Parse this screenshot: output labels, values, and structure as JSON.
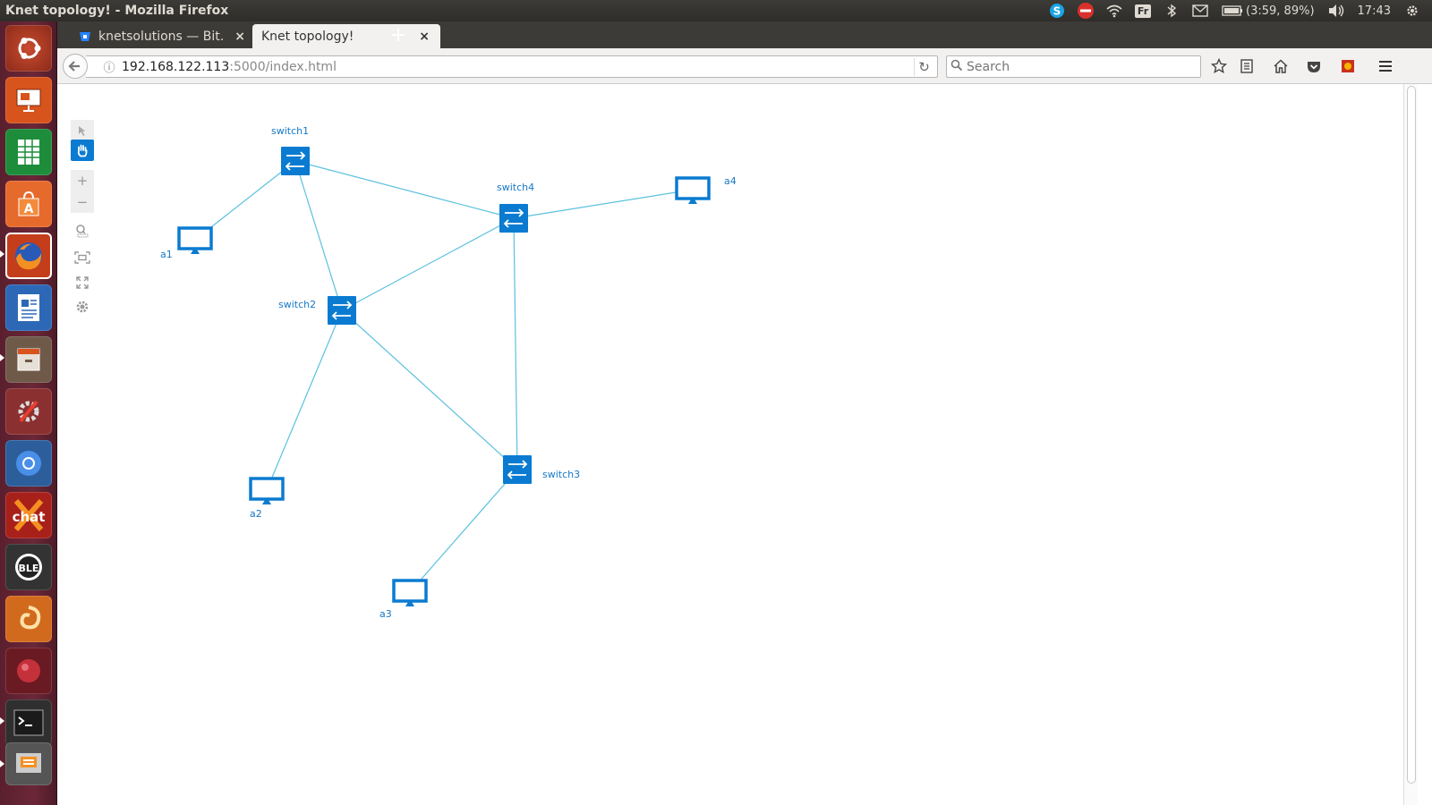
{
  "window": {
    "title": "Knet topology! - Mozilla Firefox"
  },
  "tray": {
    "keyboard": "Fr",
    "battery": "(3:59, 89%)",
    "clock": "17:43"
  },
  "tabs": [
    {
      "label": "knetsolutions — Bit…",
      "active": false
    },
    {
      "label": "Knet topology!",
      "active": true
    }
  ],
  "url": {
    "host": "192.168.122.113",
    "path": ":5000/index.html"
  },
  "search": {
    "placeholder": "Search"
  },
  "colors": {
    "accent": "#0a7bd1",
    "link": "#5bc0de",
    "label": "#1578c7"
  },
  "topology": {
    "nodes": [
      {
        "id": "switch1",
        "label": "switch1",
        "type": "switch"
      },
      {
        "id": "switch2",
        "label": "switch2",
        "type": "switch"
      },
      {
        "id": "switch3",
        "label": "switch3",
        "type": "switch"
      },
      {
        "id": "switch4",
        "label": "switch4",
        "type": "switch"
      },
      {
        "id": "a1",
        "label": "a1",
        "type": "host"
      },
      {
        "id": "a2",
        "label": "a2",
        "type": "host"
      },
      {
        "id": "a3",
        "label": "a3",
        "type": "host"
      },
      {
        "id": "a4",
        "label": "a4",
        "type": "host"
      }
    ],
    "links": [
      [
        "switch1",
        "a1"
      ],
      [
        "switch1",
        "switch4"
      ],
      [
        "switch1",
        "switch2"
      ],
      [
        "switch4",
        "a4"
      ],
      [
        "switch4",
        "switch2"
      ],
      [
        "switch4",
        "switch3"
      ],
      [
        "switch2",
        "a2"
      ],
      [
        "switch2",
        "switch3"
      ],
      [
        "switch3",
        "a3"
      ]
    ]
  }
}
